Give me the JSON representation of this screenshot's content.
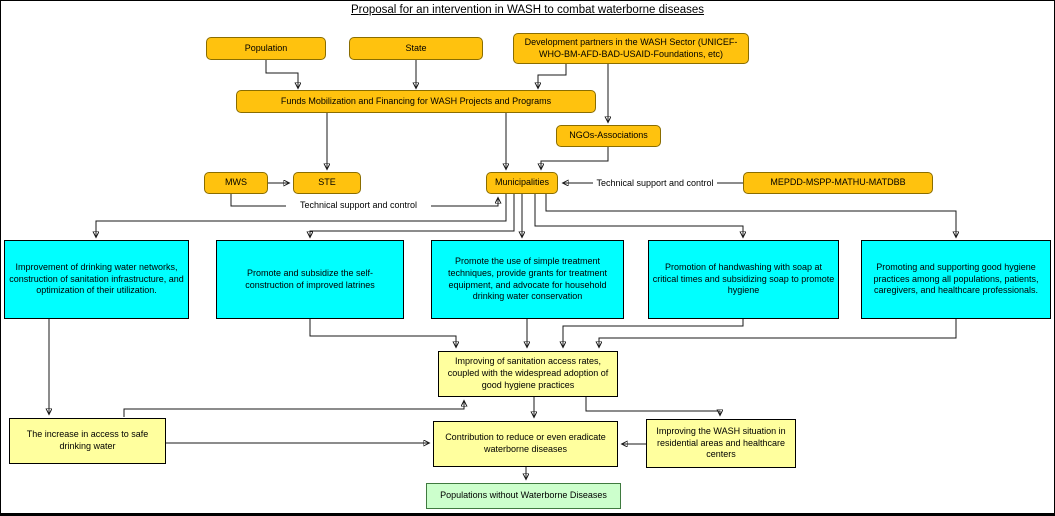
{
  "title": "Proposal for an intervention in WASH to combat waterborne diseases",
  "labels": {
    "technical_support": "Technical support and control"
  },
  "nodes": {
    "population": "Population",
    "state": "State",
    "dev_partners": "Development partners in the WASH Sector (UNICEF-WHO-BM-AFD-BAD-USAID-Foundations, etc)",
    "funds": "Funds Mobilization and Financing for WASH Projects and Programs",
    "ngos": "NGOs-Associations",
    "mws": "MWS",
    "ste": "STE",
    "municipalities": "Municipalities",
    "mepdd": "MEPDD-MSPP-MATHU-MATDBB",
    "improve_networks": "Improvement of drinking water networks, construction of sanitation infrastructure, and optimization of their utilization.",
    "promote_latrines": "Promote and subsidize the self-construction of improved latrines",
    "promote_treatment": "Promote the use of simple treatment techniques, provide grants for treatment equipment, and advocate for household drinking water conservation",
    "promote_handwashing": "Promotion of handwashing with soap at critical times and subsidizing soap to promote hygiene",
    "promote_hygiene": "Promoting and supporting good hygiene practices among all populations, patients, caregivers, and healthcare professionals.",
    "improving_sanitation": "Improving of sanitation access rates, coupled with the widespread adoption of good hygiene practices",
    "increase_access": "The increase in access to safe drinking water",
    "contribution": "Contribution to reduce or even eradicate waterborne diseases",
    "wash_situation": "Improving the WASH situation in residential areas and healthcare centers",
    "populations_healthy": "Populations without Waterborne Diseases"
  },
  "colors": {
    "orange_fill": "#FFC20E",
    "orange_border": "#8a6d00",
    "cyan_fill": "#00FFFF",
    "yellow_fill": "#FFFF9E",
    "green_fill": "#CCFFCC",
    "line": "#1a1a1a",
    "background": "#FFFFFF"
  }
}
